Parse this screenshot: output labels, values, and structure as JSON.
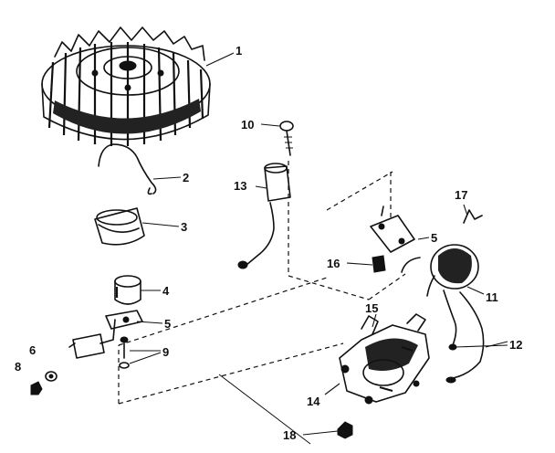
{
  "diagram": {
    "callouts": [
      {
        "id": "1",
        "text": "1"
      },
      {
        "id": "2",
        "text": "2"
      },
      {
        "id": "3",
        "text": "3"
      },
      {
        "id": "4",
        "text": "4"
      },
      {
        "id": "5a",
        "text": "5"
      },
      {
        "id": "5b",
        "text": "5"
      },
      {
        "id": "6",
        "text": "6"
      },
      {
        "id": "8",
        "text": "8"
      },
      {
        "id": "9",
        "text": "9"
      },
      {
        "id": "10",
        "text": "10"
      },
      {
        "id": "11",
        "text": "11"
      },
      {
        "id": "12",
        "text": "12"
      },
      {
        "id": "13",
        "text": "13"
      },
      {
        "id": "14",
        "text": "14"
      },
      {
        "id": "15",
        "text": "15"
      },
      {
        "id": "16",
        "text": "16"
      },
      {
        "id": "17",
        "text": "17"
      },
      {
        "id": "18",
        "text": "18"
      }
    ]
  }
}
